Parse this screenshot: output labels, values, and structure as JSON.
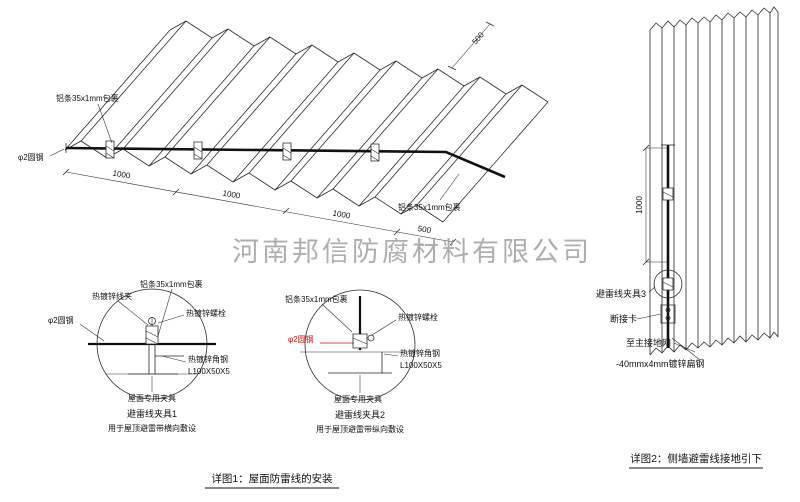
{
  "watermark": "河南邦信防腐材料有限公司",
  "roof": {
    "label_alu_top": "铝条35x1mm包裹",
    "label_alu_right": "铝条35x1mm包裹",
    "label_round_steel": "φ2圆钢",
    "dim_bottom": [
      "1000",
      "1000",
      "1000",
      "500"
    ],
    "dim_top_right": "500"
  },
  "detail1": {
    "label_wire_clamp": "热镀锌线夹",
    "label_alu": "铝条35x1mm包裹",
    "label_bolt": "热镀锌螺栓",
    "label_round_steel": "φ2圆钢",
    "label_angle": "热镀锌角钢",
    "label_angle_spec": "L100X50X5",
    "label_roof_clamp": "屋面专用夹具",
    "title": "避雷线夹具1",
    "subtitle": "用于屋顶避雷带横向敷设"
  },
  "detail2": {
    "label_alu": "铝条35x1mm包裹",
    "label_bolt": "热镀锌螺栓",
    "label_round_steel": "φ2圆钢",
    "label_angle": "热镀锌角钢",
    "label_angle_spec": "L100X50X5",
    "label_roof_clamp": "屋面专用夹具",
    "title": "避雷线夹具2",
    "subtitle": "用于屋顶避雷带纵向敷设"
  },
  "wall": {
    "label_clamp3": "避雷线夹具3",
    "label_disconnect": "断接卡",
    "label_ground": "至主接地网",
    "label_flat_steel": "-40mmx4mm镀锌扁钢",
    "dim_vertical": "1000"
  },
  "captions": {
    "detail1": "详图1：屋面防雷线的安装",
    "detail2": "详图2：侧墙避雷线接地引下"
  },
  "colors": {
    "line": "#2a2a2a",
    "accent_red": "#cc1111",
    "watermark": "#9b9b9b"
  }
}
